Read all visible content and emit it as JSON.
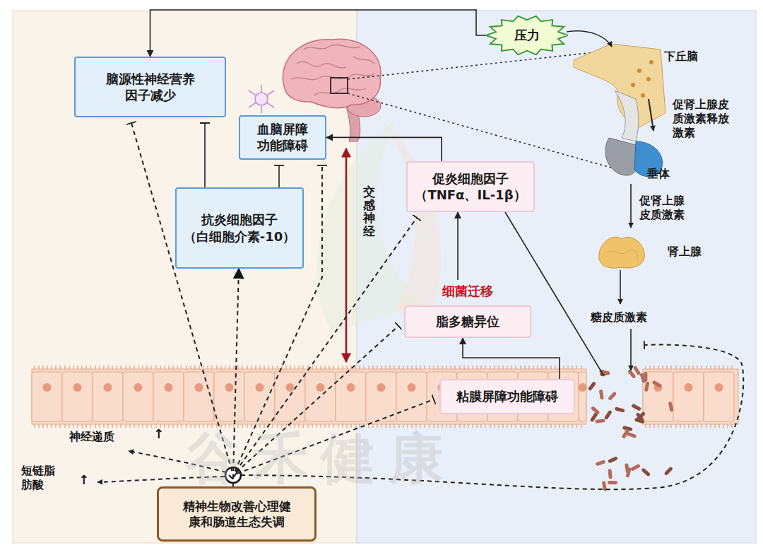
{
  "diagram": {
    "nodes": [
      {
        "text": [
          "脑源性神经营养因子减少"
        ]
      },
      {
        "text": [
          "压力"
        ]
      },
      {
        "text": [
          "血脑屏障功能障碍"
        ]
      },
      {
        "text": [
          "抗炎细胞因子",
          "（白细胞介素-10）"
        ]
      },
      {
        "text": [
          "促炎细胞因子",
          "（TNFα、IL-1β）"
        ]
      },
      {
        "text": [
          "细菌迁移",
          "脂多糖异位"
        ]
      },
      {
        "text": [
          "粘膜屏障功能障碍"
        ]
      },
      {
        "text": [
          "精神生物改善心理健康和肠道生态失调"
        ]
      }
    ],
    "edges": [
      {
        "from": 1,
        "to": 0,
        "arrow": "to"
      },
      {
        "from": 3,
        "to": 0,
        "arrow": "to"
      },
      {
        "from": 3,
        "to": 2,
        "arrow": "to"
      },
      {
        "from": 4,
        "to": 2,
        "arrow": "to"
      },
      {
        "from": 5,
        "to": 4,
        "arrow": "to"
      },
      {
        "from": 6,
        "to": 5,
        "arrow": "to"
      },
      {
        "from": 7,
        "to": 3,
        "arrow": "to"
      },
      {
        "from": 7,
        "to": 0,
        "arrow": "to"
      },
      {
        "from": 7,
        "to": 2,
        "arrow": "to"
      },
      {
        "from": 7,
        "to": 4,
        "arrow": "to"
      },
      {
        "from": 7,
        "to": 5,
        "arrow": "to"
      },
      {
        "from": 7,
        "to": 6,
        "arrow": "to"
      }
    ],
    "labels": [
      "下丘脑",
      "促肾上腺皮质激素释放激素",
      "垂体",
      "促肾上腺皮质激素",
      "肾上腺",
      "糖皮质激素",
      "交感神经",
      "神经递质",
      "↑",
      "短链脂肪酸",
      "↑",
      "谷禾健康"
    ]
  }
}
